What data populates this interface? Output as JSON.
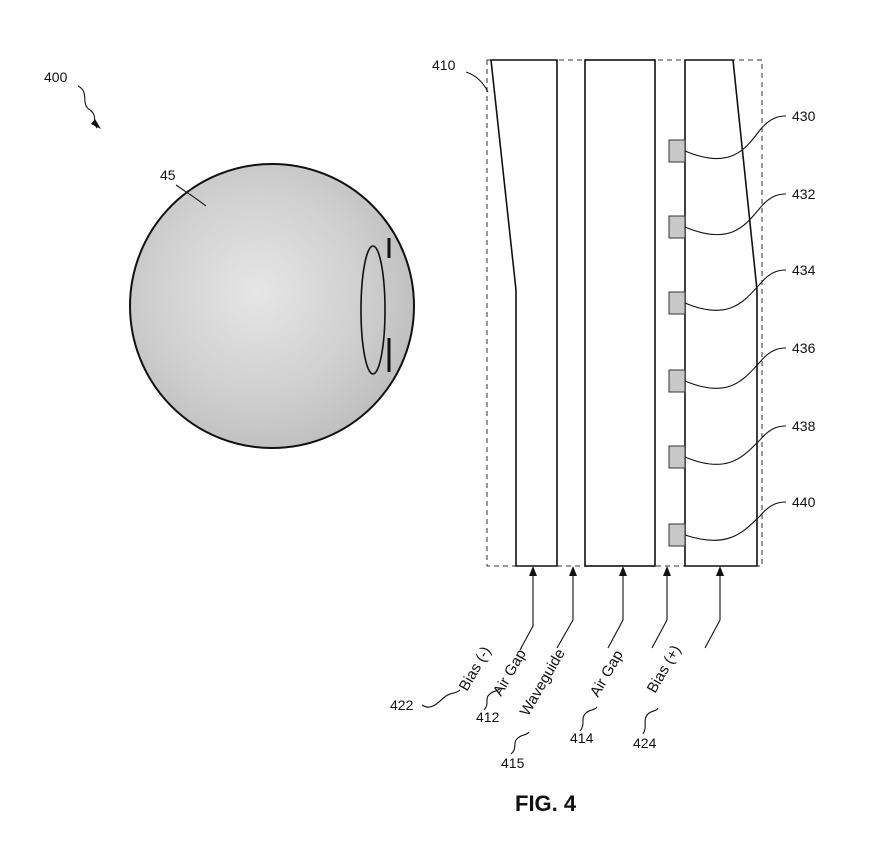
{
  "figure": {
    "ref_main": "400",
    "ref_eye": "45",
    "ref_assembly": "410",
    "electrode_refs": [
      "430",
      "432",
      "434",
      "436",
      "438",
      "440"
    ],
    "labels": [
      {
        "text": "Bias (-)",
        "ref": "422"
      },
      {
        "text": "Air Gap",
        "ref": "412"
      },
      {
        "text": "Waveguide",
        "ref": "415"
      },
      {
        "text": "Air Gap",
        "ref": "414"
      },
      {
        "text": "Bias (+)",
        "ref": "424"
      }
    ],
    "caption": "FIG. 4"
  }
}
